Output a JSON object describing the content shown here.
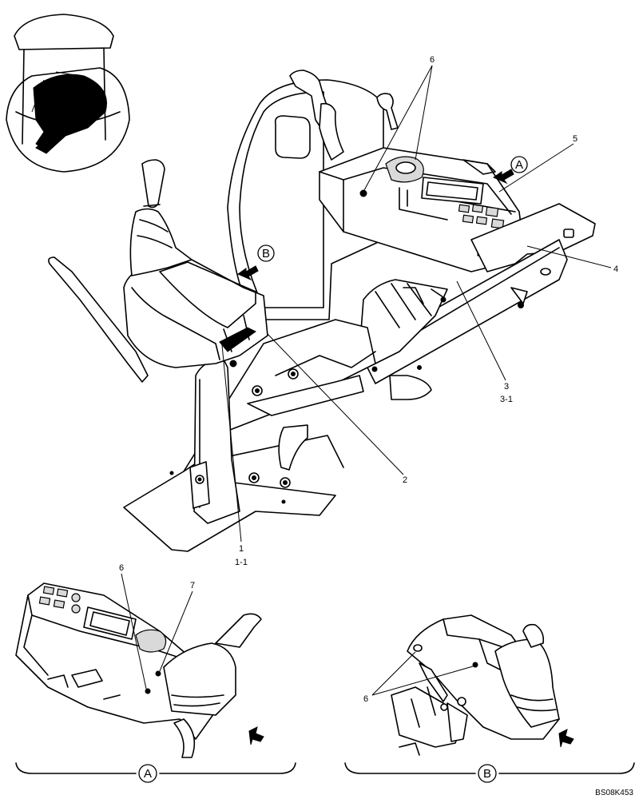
{
  "callouts": {
    "c6_top": "6",
    "c5": "5",
    "c4": "4",
    "c3": "3",
    "c3_1": "3-1",
    "c2": "2",
    "c1": "1",
    "c1_1": "1-1",
    "c6_a": "6",
    "c7": "7",
    "c6_b": "6"
  },
  "view_labels": {
    "a_arrow": "A",
    "b_arrow": "B",
    "a_detail": "A",
    "b_detail": "B"
  },
  "drawing_code": "BS08K453"
}
